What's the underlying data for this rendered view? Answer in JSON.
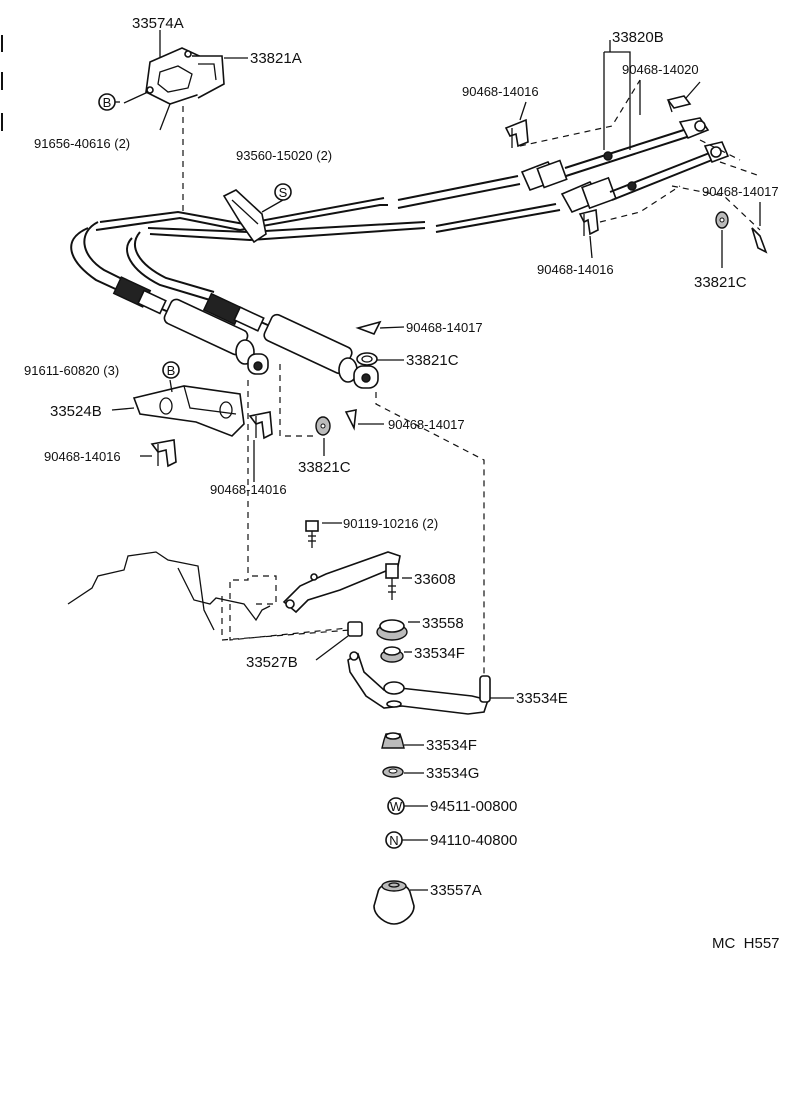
{
  "labels": {
    "p33574A": "33574A",
    "p33821A": "33821A",
    "p91656": "91656-40616 (2)",
    "p33820B": "33820B",
    "p90468_14020": "90468-14020",
    "p90468_14016_top": "90468-14016",
    "p93560": "93560-15020 (2)",
    "p90468_14017_right": "90468-14017",
    "p90468_14016_mid": "90468-14016",
    "p33821C_right": "33821C",
    "p90468_14017_a": "90468-14017",
    "p33821C_mid": "33821C",
    "p91611": "91611-60820 (3)",
    "p33524B": "33524B",
    "p90468_14017_b": "90468-14017",
    "p90468_14016_left": "90468-14016",
    "p33821C_low": "33821C",
    "p90468_14016_low": "90468-14016",
    "p90119": "90119-10216 (2)",
    "p33608": "33608",
    "p33558": "33558",
    "p33527B": "33527B",
    "p33534F_a": "33534F",
    "p33534E": "33534E",
    "p33534F_b": "33534F",
    "p33534G": "33534G",
    "p94511": "94511-00800",
    "p94110": "94110-40800",
    "p33557A": "33557A"
  },
  "symbols": {
    "B1": "B",
    "S": "S",
    "B2": "B",
    "W": "W",
    "N": "N"
  },
  "footer": {
    "code": "MC  H557"
  },
  "icons": [
    "bolt-B-icon",
    "screw-S-icon",
    "washer-W-icon",
    "nut-N-icon"
  ]
}
